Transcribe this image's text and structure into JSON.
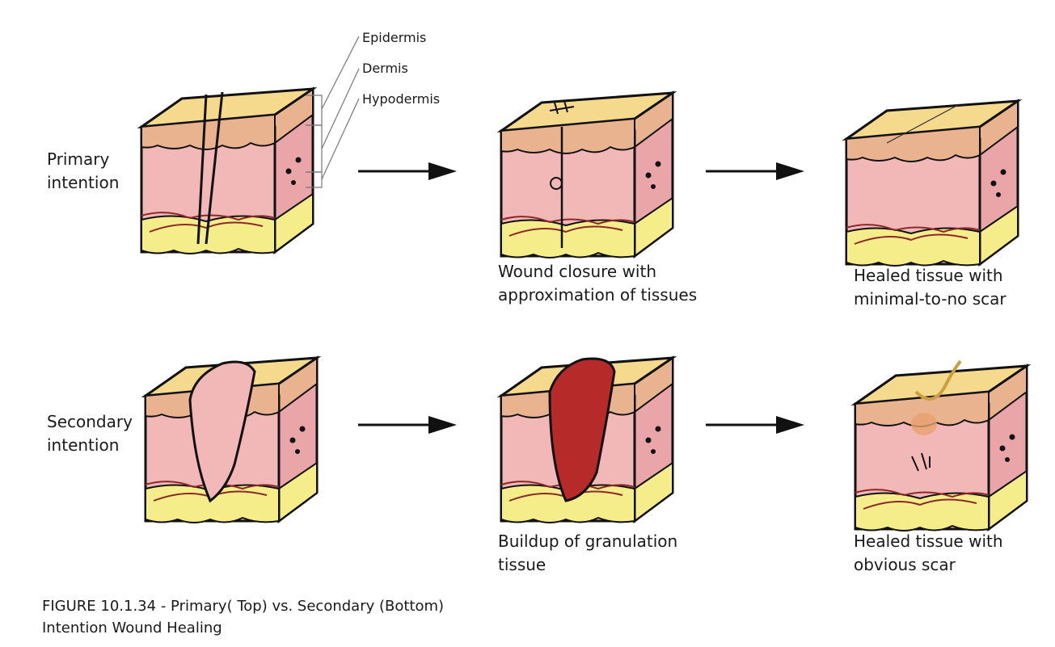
{
  "rows": [
    {
      "label": "Primary\nintention"
    },
    {
      "label": "Secondary\nintention"
    }
  ],
  "layers": {
    "epidermis": "Epidermis",
    "dermis": "Dermis",
    "hypodermis": "Hypodermis"
  },
  "stages": {
    "primary_closure": "Wound closure with\napproximation of tissues",
    "primary_healed": "Healed tissue with\nminimal-to-no scar",
    "secondary_granulation": "Buildup of granulation\ntissue",
    "secondary_healed": "Healed tissue with\nobvious scar"
  },
  "caption": "FIGURE 10.1.34 - Primary( Top) vs. Secondary (Bottom)\nIntention Wound Healing",
  "colors": {
    "epidermis_top": "#f5d98c",
    "epidermis_side": "#e8b38e",
    "dermis": "#f2b8b8",
    "dermis_side": "#e9a5a8",
    "hypodermis": "#f5ec8a",
    "granulation": "#b62a2a",
    "outline": "#111111"
  },
  "icons": [
    "right-arrow-icon",
    "skin-block-icon",
    "suture-icon",
    "scar-icon"
  ]
}
